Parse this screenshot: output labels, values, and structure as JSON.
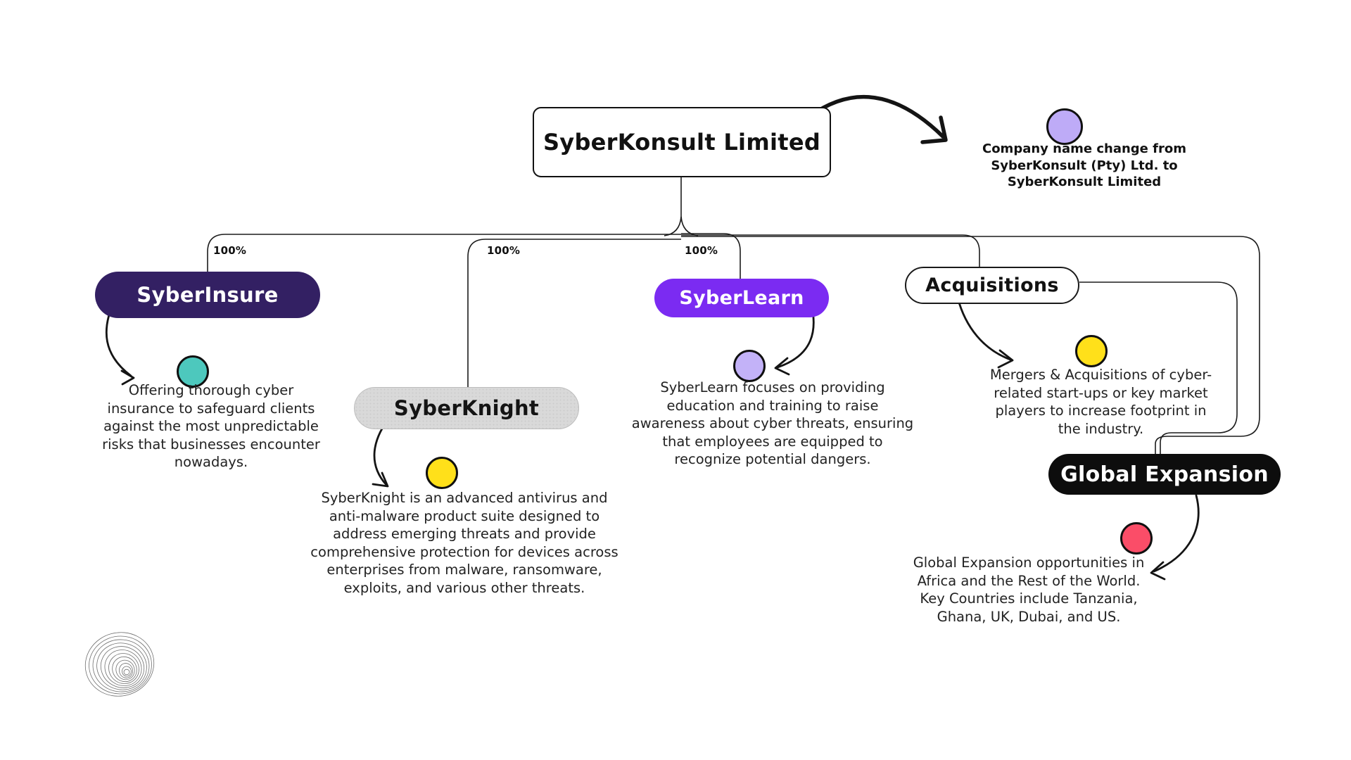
{
  "root": {
    "label": "SyberKonsult Limited"
  },
  "annotation": {
    "lines": [
      "Company name change from",
      "SyberKonsult (Pty) Ltd. to",
      "SyberKonsult Limited"
    ]
  },
  "nodes": {
    "syberinsure": {
      "label": "SyberInsure",
      "ownership": "100%",
      "desc": [
        "Offering thorough cyber",
        "insurance to safeguard clients",
        "against the most unpredictable",
        "risks that businesses encounter",
        "nowadays."
      ]
    },
    "syberknight": {
      "label": "SyberKnight",
      "ownership": "100%",
      "desc": [
        "SyberKnight is an advanced antivirus and",
        "anti-malware product suite designed to",
        "address emerging threats and provide",
        "comprehensive protection for devices across",
        "enterprises from malware, ransomware,",
        "exploits, and various other threats."
      ]
    },
    "syberlearn": {
      "label": "SyberLearn",
      "ownership": "100%",
      "desc": [
        "SyberLearn focuses on providing",
        "education and training to raise",
        "awareness about cyber threats, ensuring",
        "that employees are equipped to",
        "recognize potential dangers."
      ]
    },
    "acquisitions": {
      "label": "Acquisitions",
      "desc": [
        "Mergers & Acquisitions of cyber-",
        "related start-ups or key market",
        "players to increase footprint in",
        "the industry."
      ]
    },
    "global_expansion": {
      "label": "Global Expansion",
      "desc": [
        "Global Expansion opportunities in",
        "Africa and the Rest of the World.",
        "Key Countries include Tanzania,",
        "Ghana, UK, Dubai, and US."
      ]
    }
  },
  "colors": {
    "syberinsure_bg": "#332063",
    "syberknight_bg": "#d9d9d9",
    "syberlearn_bg": "#7b2bf2",
    "acquisitions_bg": "#ffffff",
    "global_expansion_bg": "#0d0d0d",
    "annotation_dot": "#beabf7",
    "teal_dot": "#4dc8bd",
    "yellow_dot": "#ffe01a",
    "lavender_dot": "#c3b2f8",
    "pink_dot": "#fb4d68",
    "line": "#1c1c1c"
  }
}
